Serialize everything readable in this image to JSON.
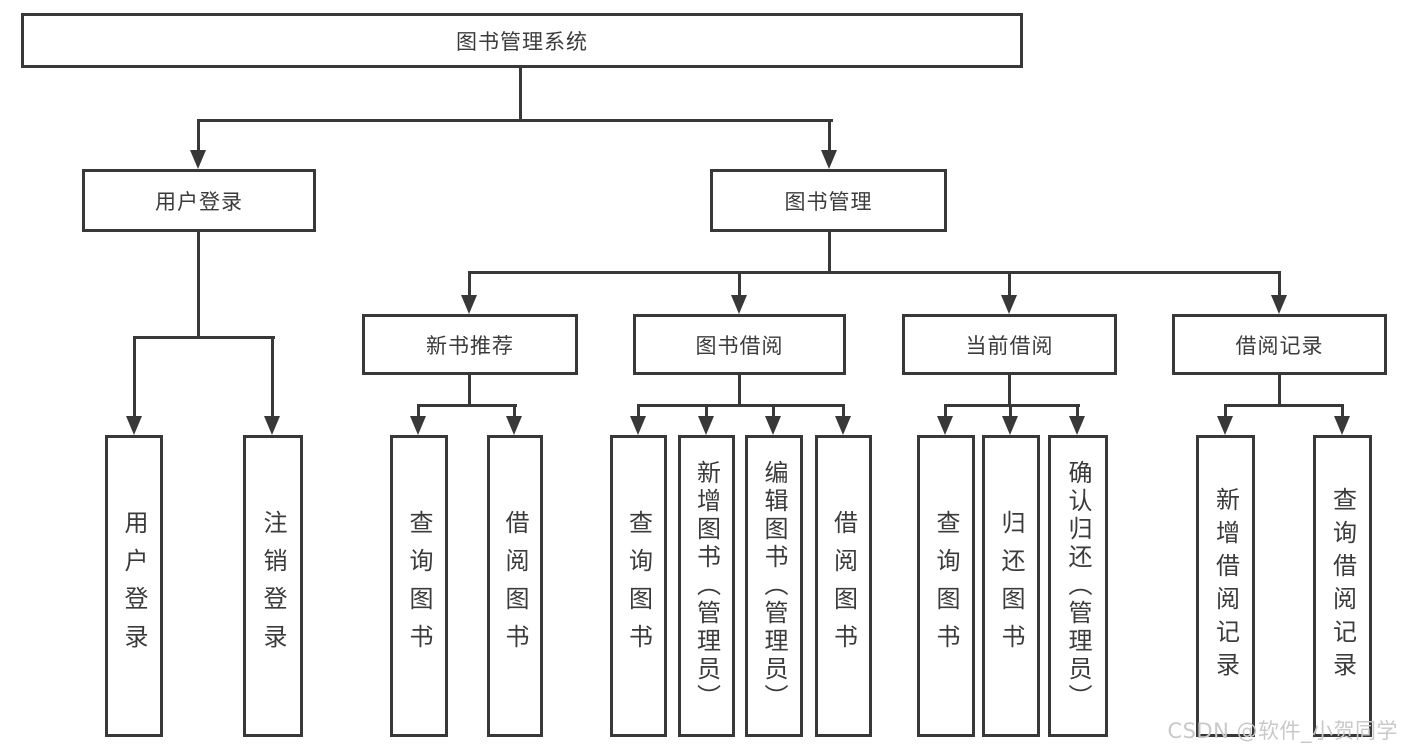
{
  "colors": {
    "line": "#383838",
    "box_border": "#383838",
    "box_background": "#ffffff",
    "text": "#3b3b3b",
    "watermark": "#c9c9c9"
  },
  "tree": {
    "label": "图书管理系统",
    "children": [
      {
        "label": "用户登录",
        "children": [
          {
            "label": "用户登录"
          },
          {
            "label": "注销登录"
          }
        ]
      },
      {
        "label": "图书管理",
        "children": [
          {
            "label": "新书推荐",
            "children": [
              {
                "label": "查询图书"
              },
              {
                "label": "借阅图书"
              }
            ]
          },
          {
            "label": "图书借阅",
            "children": [
              {
                "label": "查询图书"
              },
              {
                "label": "新增图书（管理员）"
              },
              {
                "label": "编辑图书（管理员）"
              },
              {
                "label": "借阅图书"
              }
            ]
          },
          {
            "label": "当前借阅",
            "children": [
              {
                "label": "查询图书"
              },
              {
                "label": "归还图书"
              },
              {
                "label": "确认归还（管理员）"
              }
            ]
          },
          {
            "label": "借阅记录",
            "children": [
              {
                "label": "新增借阅记录"
              },
              {
                "label": "查询借阅记录"
              }
            ]
          }
        ]
      }
    ]
  },
  "watermark": "CSDN @软件_小贺同学"
}
